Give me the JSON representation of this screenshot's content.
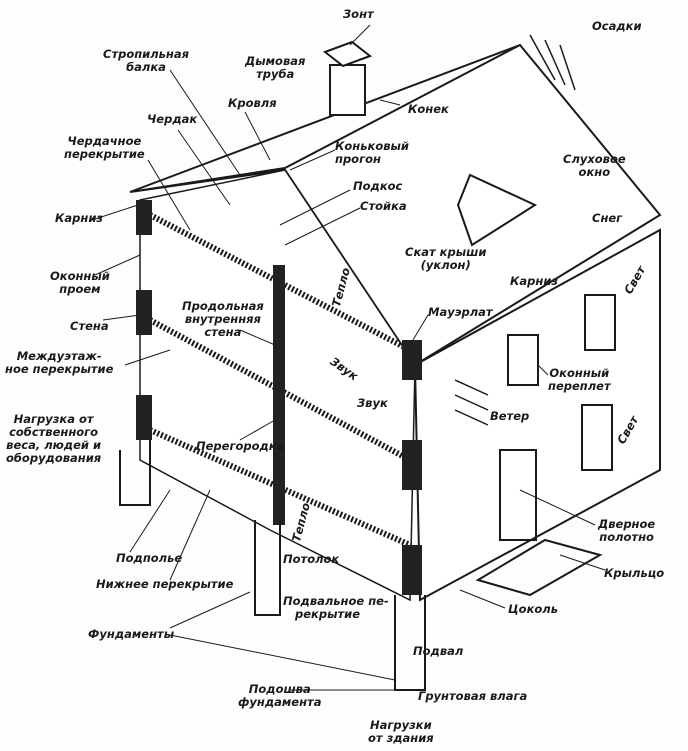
{
  "labels": {
    "zont": "Зонт",
    "osadki": "Осадки",
    "stropilnaya_balka": [
      "Стропильная",
      "балка"
    ],
    "dymovaya_truba": [
      "Дымовая",
      "труба"
    ],
    "krovlya": "Кровля",
    "konek": "Конек",
    "cherdak": "Чердак",
    "cherdachnoe_perekrytie": [
      "Чердачное",
      "перекрытие"
    ],
    "konkovyi_progon": [
      "Коньковый",
      "прогон"
    ],
    "sluhovoe_okno": [
      "Слуховое",
      "окно"
    ],
    "podkos": "Подкос",
    "stoika": "Стойка",
    "karniz_left": "Карниз",
    "sneg": "Снег",
    "skat_kryshi": [
      "Скат крыши",
      "(уклон)"
    ],
    "okonnyi_proem": [
      "Оконный",
      "проем"
    ],
    "karniz_right": "Карниз",
    "svet_upper": "Свет",
    "stena": "Стена",
    "mauerlat": "Мауэрлат",
    "prodolnaya_stena": [
      "Продольная",
      "внутренняя",
      "стена"
    ],
    "teplo_upper": "Тепло",
    "zvuk_rotated": "Звук",
    "mezhduetazhnoe": [
      "Междуэтаж-",
      "ное перекрытие"
    ],
    "okonnyi_pereplet": [
      "Оконный",
      "переплет"
    ],
    "zvuk": "Звук",
    "veter": "Ветер",
    "svet_lower": "Свет",
    "nagruzka": [
      "Нагрузка от",
      "собственного",
      "веса, людей и",
      "оборудования"
    ],
    "peregorodka": "Перегородка",
    "teplo_lower": "Тепло",
    "dvernoe_polotno": [
      "Дверное",
      "полотно"
    ],
    "podpolie": "Подполье",
    "potolok": "Потолок",
    "nizhnee_perekrytie": "Нижнее перекрытие",
    "kryltso": "Крыльцо",
    "podvalnoe_perekrytie": [
      "Подвальное пе-",
      "рекрытие"
    ],
    "tsokol": "Цоколь",
    "fundamenty": "Фундаменты",
    "podval": "Подвал",
    "podoshva": [
      "Подошва",
      "фундамента"
    ],
    "gruntovaya_vlaga": "Грунтовая влага",
    "nagruzki_ot_zdaniya": [
      "Нагрузки",
      "от здания"
    ]
  }
}
